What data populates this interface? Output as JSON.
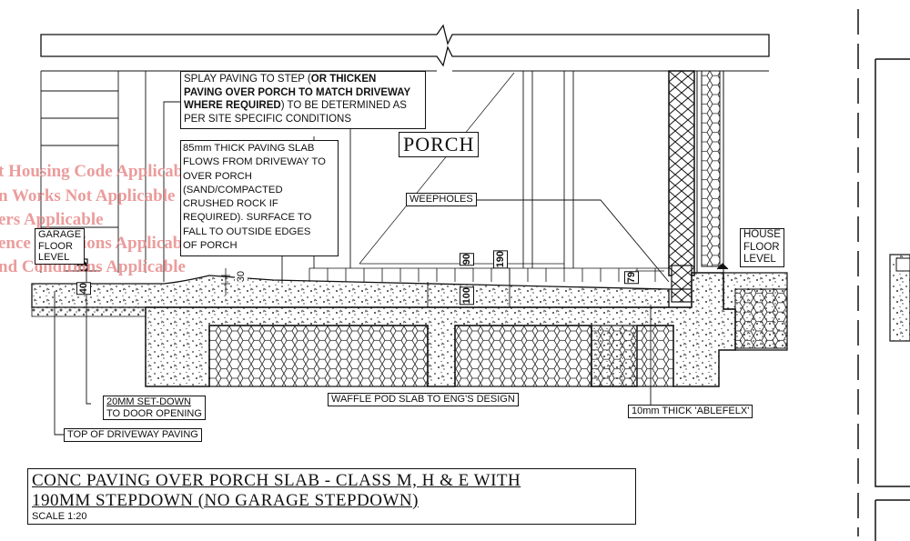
{
  "labels": {
    "splay": "SPLAY PAVING TO STEP (OR THICKEN PAVING OVER PORCH TO MATCH DRIVEWAY WHERE REQUIRED) TO BE DETERMINED AS PER SITE SPECIFIC CONDITIONS",
    "splay_l1_a": "SPLAY PAVING TO STEP (",
    "splay_l1_b": "OR THICKEN",
    "splay_l2": "PAVING OVER PORCH TO MATCH DRIVEWAY",
    "splay_l3_a": "WHERE REQUIRED",
    "splay_l3_b": ") TO BE DETERMINED AS",
    "splay_l4": "PER SITE SPECIFIC CONDITIONS",
    "porch": "PORCH",
    "paving_slab": [
      "85mm THICK PAVING SLAB",
      "FLOWS FROM DRIVEWAY TO",
      "OVER PORCH",
      "(SAND/COMPACTED",
      "CRUSHED ROCK IF",
      "REQUIRED). SURFACE TO",
      "FALL TO OUTSIDE EDGES",
      "OF PORCH"
    ],
    "weepholes": "WEEPHOLES",
    "garage_floor": [
      "GARAGE",
      "FLOOR",
      "LEVEL"
    ],
    "house_floor": [
      "HOUSE",
      "FLOOR",
      "LEVEL"
    ],
    "set_down": [
      "20MM SET-DOWN",
      "TO DOOR OPENING"
    ],
    "top_driveway": "TOP OF DRIVEWAY PAVING",
    "waffle_pod": "WAFFLE POD SLAB TO ENG'S DESIGN",
    "ablefelx": "10mm THICK 'ABLEFELX'"
  },
  "dimensions": {
    "d30": "30",
    "d40": "40",
    "d90": "90",
    "d100": "100",
    "d190": "190",
    "d79": "79"
  },
  "watermark": [
    "t Housing Code Applicable",
    "n Works Not Applicable",
    "ers Applicable",
    "ence Provisions Applicable",
    "nd Conditions Applicable"
  ],
  "title": {
    "line1": "CONC PAVING OVER PORCH SLAB - CLASS M, H & E WITH",
    "line2": "190MM STEPDOWN (NO GARAGE STEPDOWN)",
    "scale": "SCALE 1:20"
  },
  "colors": {
    "line": "#111111",
    "watermark": "#e88b8b"
  }
}
